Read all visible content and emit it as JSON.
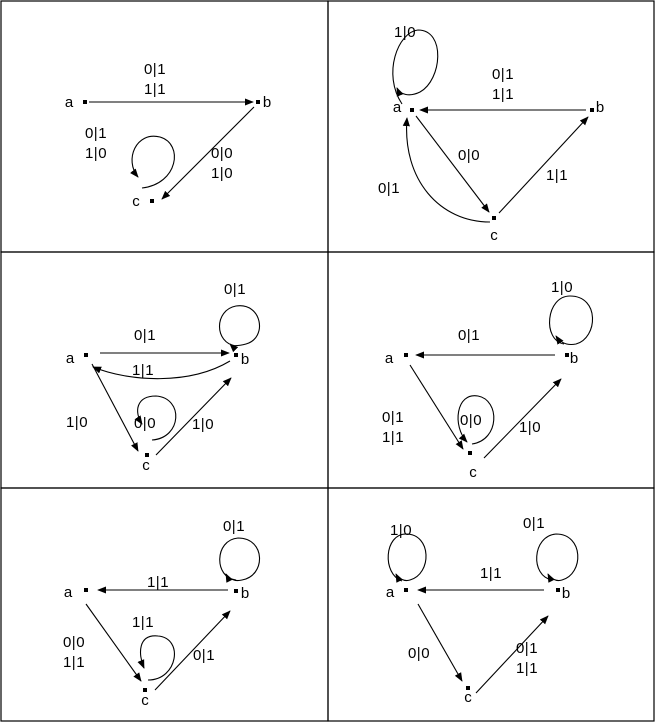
{
  "colors": {
    "stroke": "#000000",
    "background": "#ffffff"
  },
  "panels": [
    {
      "nodes": [
        {
          "id": "a",
          "label": "a"
        },
        {
          "id": "b",
          "label": "b"
        },
        {
          "id": "c",
          "label": "c"
        }
      ],
      "edges": [
        {
          "from": "a",
          "to": "b",
          "label_lines": [
            "0|1",
            "1|1"
          ]
        },
        {
          "from": "b",
          "to": "c",
          "label_lines": [
            "0|0",
            "1|0"
          ]
        },
        {
          "from": "c",
          "to": "c",
          "label_lines": [
            "0|1",
            "1|0"
          ]
        }
      ]
    },
    {
      "nodes": [
        {
          "id": "a",
          "label": "a"
        },
        {
          "id": "b",
          "label": "b"
        },
        {
          "id": "c",
          "label": "c"
        }
      ],
      "edges": [
        {
          "from": "a",
          "to": "a",
          "label_lines": [
            "1|0"
          ]
        },
        {
          "from": "b",
          "to": "a",
          "label_lines": [
            "0|1",
            "1|1"
          ]
        },
        {
          "from": "a",
          "to": "c",
          "label_lines": [
            "0|0"
          ]
        },
        {
          "from": "c",
          "to": "b",
          "label_lines": [
            "1|1"
          ]
        },
        {
          "from": "c",
          "to": "a",
          "label_lines": [
            "0|1"
          ]
        }
      ]
    },
    {
      "nodes": [
        {
          "id": "a",
          "label": "a"
        },
        {
          "id": "b",
          "label": "b"
        },
        {
          "id": "c",
          "label": "c"
        }
      ],
      "edges": [
        {
          "from": "b",
          "to": "b",
          "label_lines": [
            "0|1"
          ]
        },
        {
          "from": "a",
          "to": "b",
          "label_lines": [
            "0|1"
          ]
        },
        {
          "from": "b",
          "to": "a",
          "label_lines": [
            "1|1"
          ]
        },
        {
          "from": "a",
          "to": "c",
          "label_lines": [
            "1|0"
          ]
        },
        {
          "from": "c",
          "to": "c",
          "label_lines": [
            "0|0"
          ]
        },
        {
          "from": "c",
          "to": "b",
          "label_lines": [
            "1|0"
          ]
        }
      ]
    },
    {
      "nodes": [
        {
          "id": "a",
          "label": "a"
        },
        {
          "id": "b",
          "label": "b"
        },
        {
          "id": "c",
          "label": "c"
        }
      ],
      "edges": [
        {
          "from": "b",
          "to": "b",
          "label_lines": [
            "1|0"
          ]
        },
        {
          "from": "b",
          "to": "a",
          "label_lines": [
            "0|1"
          ]
        },
        {
          "from": "a",
          "to": "c",
          "label_lines": [
            "0|1",
            "1|1"
          ]
        },
        {
          "from": "c",
          "to": "c",
          "label_lines": [
            "0|0"
          ]
        },
        {
          "from": "c",
          "to": "b",
          "label_lines": [
            "1|0"
          ]
        }
      ]
    },
    {
      "nodes": [
        {
          "id": "a",
          "label": "a"
        },
        {
          "id": "b",
          "label": "b"
        },
        {
          "id": "c",
          "label": "c"
        }
      ],
      "edges": [
        {
          "from": "b",
          "to": "b",
          "label_lines": [
            "0|1"
          ]
        },
        {
          "from": "b",
          "to": "a",
          "label_lines": [
            "1|1"
          ]
        },
        {
          "from": "a",
          "to": "c",
          "label_lines": [
            "0|0",
            "1|1"
          ]
        },
        {
          "from": "c",
          "to": "c",
          "label_lines": [
            "1|1"
          ]
        },
        {
          "from": "c",
          "to": "b",
          "label_lines": [
            "0|1"
          ]
        }
      ]
    },
    {
      "nodes": [
        {
          "id": "a",
          "label": "a"
        },
        {
          "id": "b",
          "label": "b"
        },
        {
          "id": "c",
          "label": "c"
        }
      ],
      "edges": [
        {
          "from": "a",
          "to": "a",
          "label_lines": [
            "1|0"
          ]
        },
        {
          "from": "b",
          "to": "b",
          "label_lines": [
            "0|1"
          ]
        },
        {
          "from": "b",
          "to": "a",
          "label_lines": [
            "1|1"
          ]
        },
        {
          "from": "a",
          "to": "c",
          "label_lines": [
            "0|0"
          ]
        },
        {
          "from": "c",
          "to": "b",
          "label_lines": [
            "0|1",
            "1|1"
          ]
        }
      ]
    }
  ]
}
